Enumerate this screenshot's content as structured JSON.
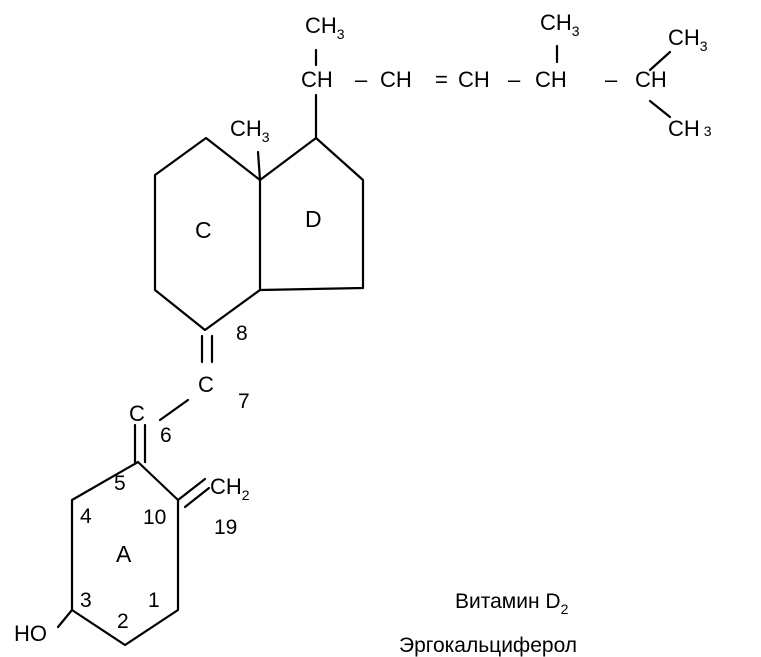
{
  "atoms": {
    "ch3_left": {
      "main": "CH",
      "sub": "3"
    },
    "ch_left": "CH",
    "dash1": "–",
    "ch_mid": "CH",
    "eq": "=",
    "ch_right": "CH",
    "dash2": "–",
    "ch3_mid": {
      "main": "CH",
      "sub": "3"
    },
    "ch_mid2": "CH",
    "dash3": "–",
    "ch_end": "CH",
    "ch3_top_right": {
      "main": "CH",
      "sub": "3"
    },
    "ch3_bottom_right": {
      "main": "CH",
      "sub": "3"
    },
    "ch3_ring": {
      "main": "CH",
      "sub": "3"
    },
    "c_upper": "C",
    "c_lower": "C",
    "ch2": {
      "main": "CH",
      "sub": "2"
    },
    "ho": "HO"
  },
  "rings": {
    "a": "A",
    "c": "C",
    "d": "D"
  },
  "numbers": {
    "n1": "1",
    "n2": "2",
    "n3": "3",
    "n4": "4",
    "n5": "5",
    "n6": "6",
    "n7": "7",
    "n8": "8",
    "n10": "10",
    "n19": "19"
  },
  "caption": {
    "title_main": "Витамин D",
    "title_sub": "2",
    "subtitle": "Эргокальциферол"
  }
}
